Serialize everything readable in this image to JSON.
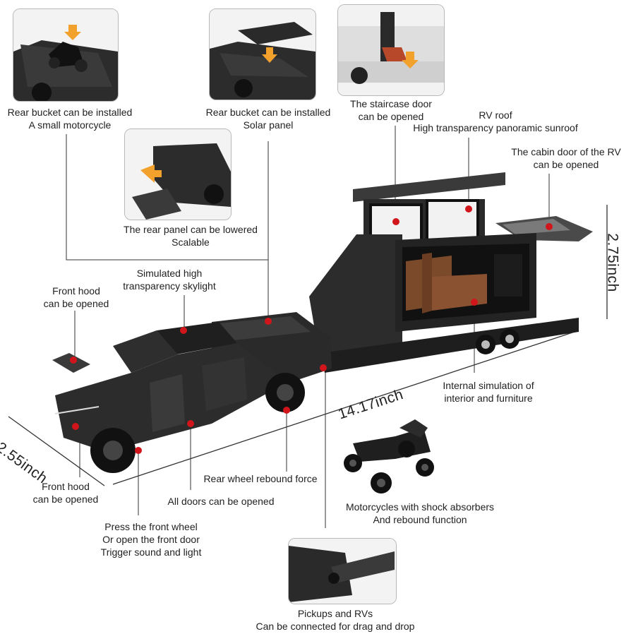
{
  "captions": {
    "moto_bucket": [
      "Rear bucket can be installed",
      "A small motorcycle"
    ],
    "solar_bucket": [
      "Rear bucket can be installed",
      "Solar panel"
    ],
    "staircase": [
      "The staircase door",
      "can be opened"
    ],
    "rv_roof": [
      "RV roof",
      "High transparency panoramic sunroof"
    ],
    "cabin_door": [
      "The cabin door of the RV",
      "can be opened"
    ],
    "rear_panel": [
      "The rear panel can be lowered",
      "Scalable"
    ],
    "skylight": [
      "Simulated high",
      "transparency skylight"
    ],
    "front_hood_top": [
      "Front hood",
      "can be opened"
    ],
    "front_hood_bottom": [
      "Front hood",
      "can be opened"
    ],
    "interior": [
      "Internal simulation of",
      "interior and furniture"
    ],
    "rear_wheel": [
      "Rear wheel rebound force"
    ],
    "all_doors": [
      "All doors can be opened"
    ],
    "front_wheel": [
      "Press the front wheel",
      "Or open the front door",
      "Trigger sound and light"
    ],
    "motorcycle": [
      "Motorcycles with shock absorbers",
      "And rebound function"
    ],
    "hitch": [
      "Pickups and RVs",
      "Can be connected for drag and drop"
    ]
  },
  "dimensions": {
    "height": "2.75inch",
    "width": "2.55inch",
    "length": "14.17inch"
  },
  "colors": {
    "marker": "#d0161b",
    "leader": "#333333",
    "vehicle": "#2c2c2c",
    "interior": "#8a5230"
  }
}
